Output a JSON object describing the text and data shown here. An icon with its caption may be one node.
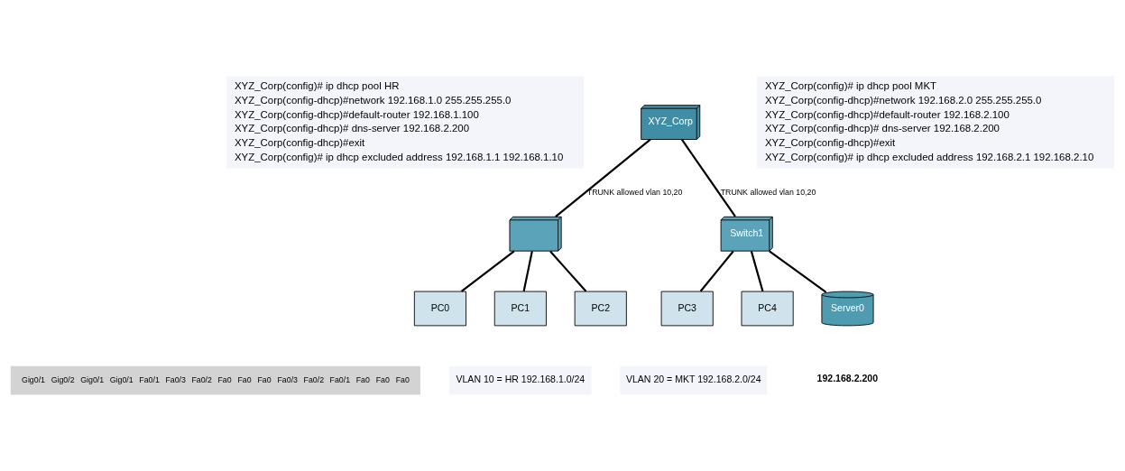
{
  "diagram": {
    "nodes": [
      {
        "text": [
          "XYZ_Corp"
        ]
      },
      {
        "text": [],
        "shape": "box"
      },
      {
        "text": [
          "Switch1"
        ]
      },
      {
        "text": [
          "PC0"
        ]
      },
      {
        "text": [
          "PC1"
        ]
      },
      {
        "text": [
          "PC2"
        ]
      },
      {
        "text": [
          "PC3"
        ]
      },
      {
        "text": [
          "PC4"
        ]
      },
      {
        "text": [
          "Server0"
        ]
      }
    ],
    "edges": [
      {
        "from": 0,
        "to": 1,
        "arrow": "none",
        "label": "TRUNK allowed vlan 10,20"
      },
      {
        "from": 0,
        "to": 2,
        "arrow": "none",
        "label": "TRUNK allowed vlan 10,20"
      },
      {
        "from": 1,
        "to": 3,
        "arrow": "none"
      },
      {
        "from": 1,
        "to": 4,
        "arrow": "none"
      },
      {
        "from": 1,
        "to": 5,
        "arrow": "none"
      },
      {
        "from": 2,
        "to": 6,
        "arrow": "none"
      },
      {
        "from": 2,
        "to": 7,
        "arrow": "none"
      },
      {
        "from": 2,
        "to": 8,
        "arrow": "none"
      }
    ],
    "labels": [
      "XYZ_Corp(config)# ip dhcp pool HR",
      "XYZ_Corp(config-dhcp)#network 192.168.1.0 255.255.255.0",
      "XYZ_Corp(config-dhcp)#default-router 192.168.1.100",
      "XYZ_Corp(config-dhcp)# dns-server 192.168.2.200",
      "XYZ_Corp(config-dhcp)#exit",
      "XYZ_Corp(config)# ip dhcp excluded address 192.168.1.1 192.168.1.10",
      "XYZ_Corp(config)# ip dhcp pool MKT",
      "XYZ_Corp(config-dhcp)#network 192.168.2.0 255.255.255.0",
      "XYZ_Corp(config-dhcp)#default-router 192.168.2.100",
      "XYZ_Corp(config-dhcp)# dns-server 192.168.2.200",
      "XYZ_Corp(config-dhcp)#exit",
      "XYZ_Corp(config)# ip dhcp excluded address 192.168.2.1 192.168.2.10",
      "Gig0/1",
      "Gig0/2",
      "Gig0/1",
      "Gig0/1",
      "Fa0/1",
      "Fa0/3",
      "Fa0/2",
      "Fa0",
      "Fa0",
      "Fa0",
      "Fa0/3",
      "Fa0/2",
      "Fa0/1",
      "Fa0",
      "Fa0",
      "Fa0",
      "VLAN 10 = HR 192.168.1.0/24",
      "VLAN 20 = MKT 192.168.2.0/24",
      "192.168.2.200"
    ]
  }
}
